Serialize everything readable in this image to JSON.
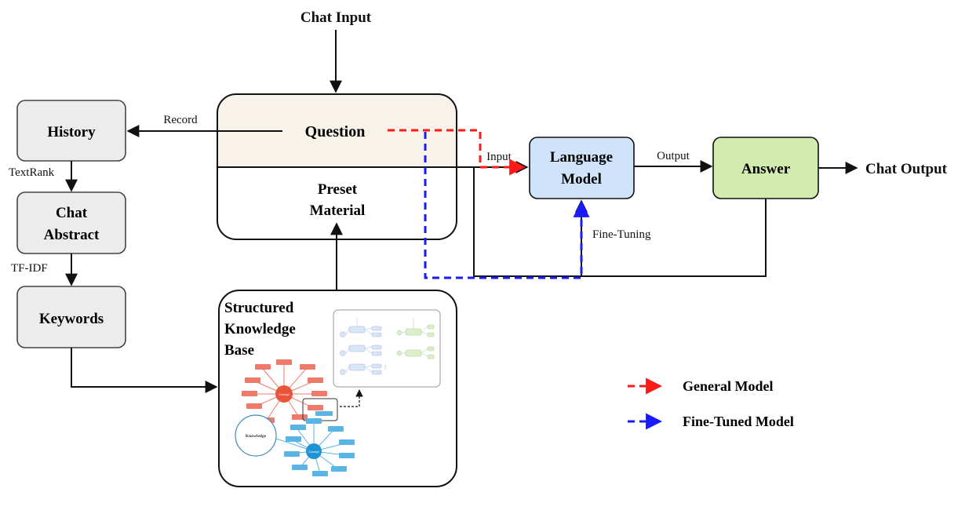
{
  "nodes": {
    "chat_input": "Chat Input",
    "history": "History",
    "chat_abstract_1": "Chat",
    "chat_abstract_2": "Abstract",
    "keywords": "Keywords",
    "question": "Question",
    "preset_1": "Preset",
    "preset_2": "Material",
    "kb_1": "Structured",
    "kb_2": "Knowledge",
    "kb_3": "Base",
    "lm_1": "Language",
    "lm_2": "Model",
    "answer": "Answer",
    "chat_output": "Chat Output"
  },
  "edges": {
    "record": "Record",
    "textrank": "TextRank",
    "tfidf": "TF-IDF",
    "input": "Input",
    "output": "Output",
    "fine_tuning": "Fine-Tuning"
  },
  "legend": {
    "general": {
      "label": "General Model",
      "color": "#ff1a1a"
    },
    "finetuned": {
      "label": "Fine-Tuned Model",
      "color": "#1a1aff"
    }
  },
  "mini_graph": {
    "knowledge": "Knowledge",
    "hub_red": "Concept",
    "hub_blue": "Concept"
  },
  "colors": {
    "grey_box": "#ececec",
    "question_fill": "#f7f3ea",
    "lm_fill": "#cfe4fa",
    "answer_fill": "#d2ecb0",
    "salmon": "#f07a6a",
    "red_hub": "#e8553a",
    "sky": "#5bb4e6",
    "blue_hub": "#1e94d2"
  }
}
